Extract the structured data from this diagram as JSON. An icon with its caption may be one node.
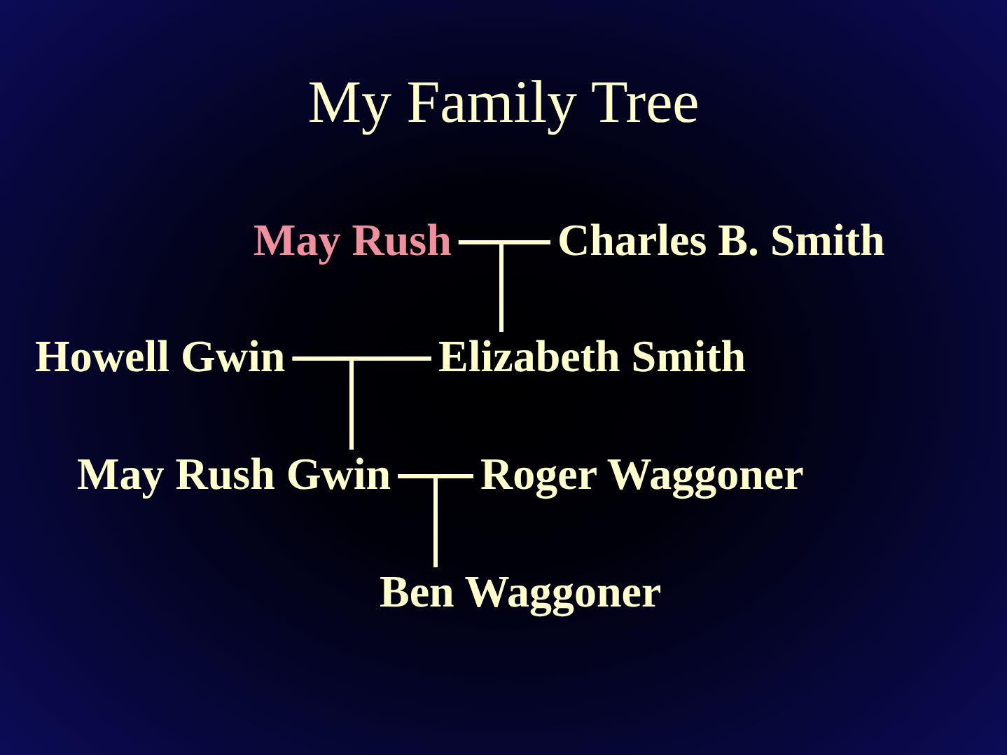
{
  "diagram": {
    "title": "My Family Tree",
    "nodes": [
      {
        "text": [
          "May Rush"
        ]
      },
      {
        "text": [
          "Charles B. Smith"
        ]
      },
      {
        "text": [
          "Howell Gwin"
        ]
      },
      {
        "text": [
          "Elizabeth Smith"
        ]
      },
      {
        "text": [
          "May Rush Gwin"
        ]
      },
      {
        "text": [
          "Roger Waggoner"
        ]
      },
      {
        "text": [
          "Ben Waggoner"
        ]
      }
    ],
    "edges": [
      {
        "from": 0,
        "to": 3,
        "arrow": "none"
      },
      {
        "from": 1,
        "to": 3,
        "arrow": "none"
      },
      {
        "from": 2,
        "to": 4,
        "arrow": "none"
      },
      {
        "from": 3,
        "to": 4,
        "arrow": "none"
      },
      {
        "from": 4,
        "to": 6,
        "arrow": "none"
      },
      {
        "from": 5,
        "to": 6,
        "arrow": "none"
      }
    ]
  }
}
